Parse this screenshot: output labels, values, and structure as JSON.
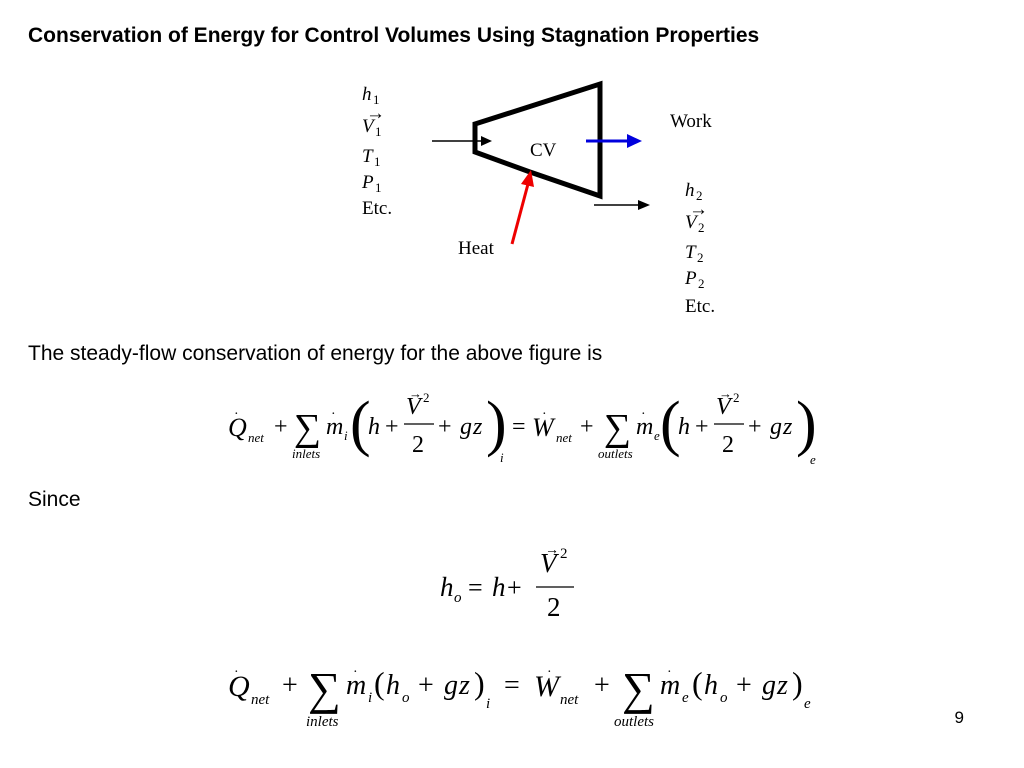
{
  "slide": {
    "title": "Conservation of Energy for Control Volumes Using Stagnation Properties",
    "intro_text": "The steady-flow conservation of energy for the above figure is",
    "since_text": "Since",
    "page_number": "9"
  },
  "diagram": {
    "inlet": {
      "h": "h",
      "v": "V",
      "t": "T",
      "p": "P",
      "sub": "1",
      "etc": "Etc."
    },
    "outlet": {
      "h": "h",
      "v": "V",
      "t": "T",
      "p": "P",
      "sub": "2",
      "etc": "Etc."
    },
    "cv_label": "CV",
    "work_label": "Work",
    "heat_label": "Heat",
    "colors": {
      "work_arrow": "#0000dd",
      "heat_arrow": "#ee0000",
      "outline": "#000000"
    }
  },
  "equations": {
    "sym_Q": "Q",
    "sym_W": "W",
    "sym_m": "m",
    "sym_h": "h",
    "sym_V": "V",
    "sym_g": "g",
    "sym_z": "z",
    "sub_net": "net",
    "sub_i": "i",
    "sub_e": "e",
    "sub_o": "o",
    "sup_2": "2",
    "denom_2": "2",
    "plus": "+",
    "equals": "=",
    "sum": "∑",
    "dot": "·",
    "vec": "→",
    "lparen": "(",
    "rparen": ")",
    "under_inlets": "inlets",
    "under_outlets": "outlets"
  }
}
